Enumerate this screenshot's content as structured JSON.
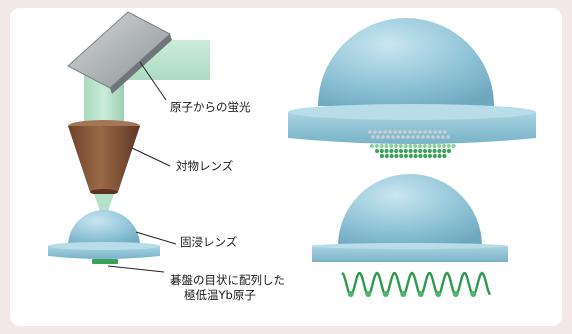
{
  "labels": {
    "fluorescence": "原子からの蛍光",
    "objective_lens": "対物レンズ",
    "immersion_lens": "固浸レンズ",
    "atoms_line1": "碁盤の目状に配列した",
    "atoms_line2": "極低温Yb原子"
  },
  "colors": {
    "background": "#f3e9e9",
    "card": "#ffffff",
    "lens_blue": "#8ec8dc",
    "objective_brown": "#8b5a3c",
    "beam_green": "#b6e0c8",
    "atom_green": "#3aa35a",
    "mirror_gray": "#a8adb0"
  }
}
